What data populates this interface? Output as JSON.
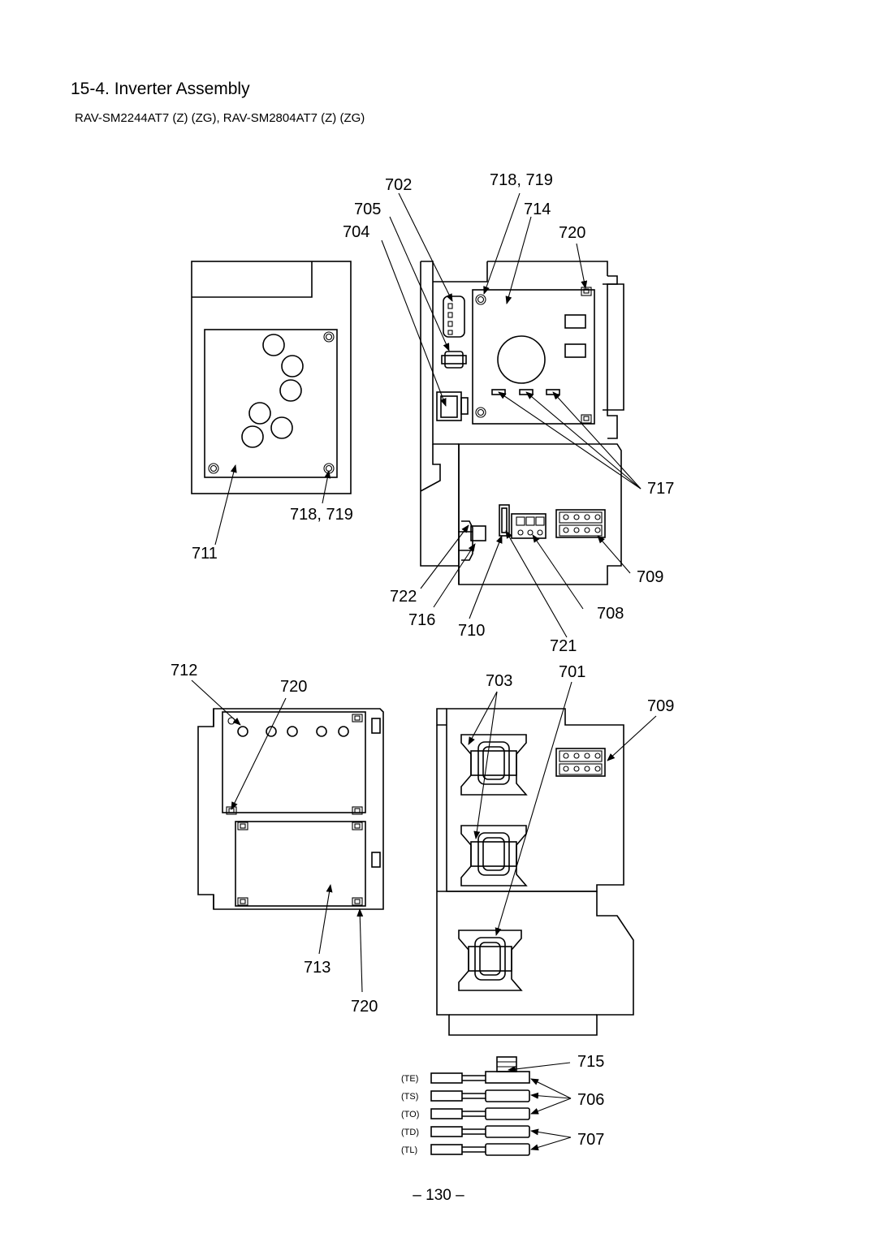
{
  "header": {
    "title": "15-4.  Inverter Assembly",
    "subtitle": "RAV-SM2244AT7 (Z) (ZG), RAV-SM2804AT7 (Z) (ZG)"
  },
  "callouts": {
    "c702": "702",
    "c705": "705",
    "c704": "704",
    "c718_719_top": "718, 719",
    "c714": "714",
    "c720_top": "720",
    "c717": "717",
    "c718_719_left": "718, 719",
    "c711": "711",
    "c709_mid": "709",
    "c722": "722",
    "c716": "716",
    "c710": "710",
    "c708": "708",
    "c721": "721",
    "c712": "712",
    "c720_mid": "720",
    "c703": "703",
    "c701": "701",
    "c709_low": "709",
    "c713": "713",
    "c720_low": "720",
    "c715": "715",
    "c706": "706",
    "c707": "707"
  },
  "sensors": [
    "(TE)",
    "(TS)",
    "(TO)",
    "(TD)",
    "(TL)"
  ],
  "footer": {
    "page": "– 130 –"
  }
}
